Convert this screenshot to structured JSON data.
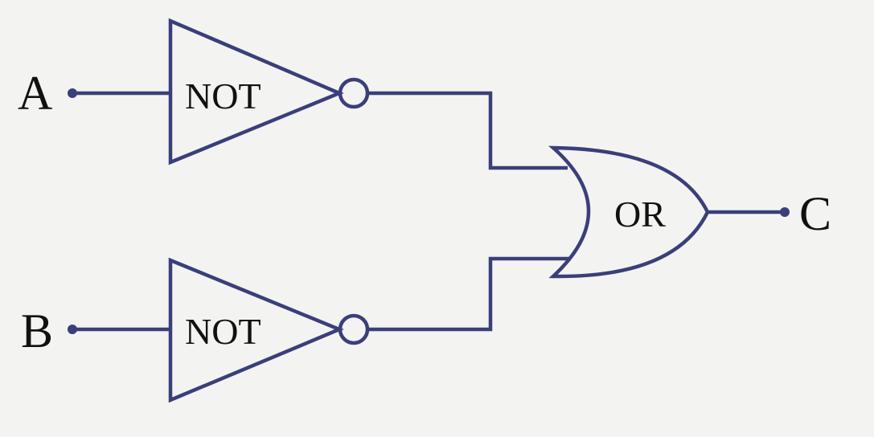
{
  "colors": {
    "background": "#f3f3f1",
    "wire": "#3a3f7a",
    "text": "#111111",
    "terminal_dot": "#3a3f7a"
  },
  "inputs": {
    "a": "A",
    "b": "B"
  },
  "output": {
    "c": "C"
  },
  "gates": {
    "not_top": "NOT",
    "not_bottom": "NOT",
    "or": "OR"
  }
}
